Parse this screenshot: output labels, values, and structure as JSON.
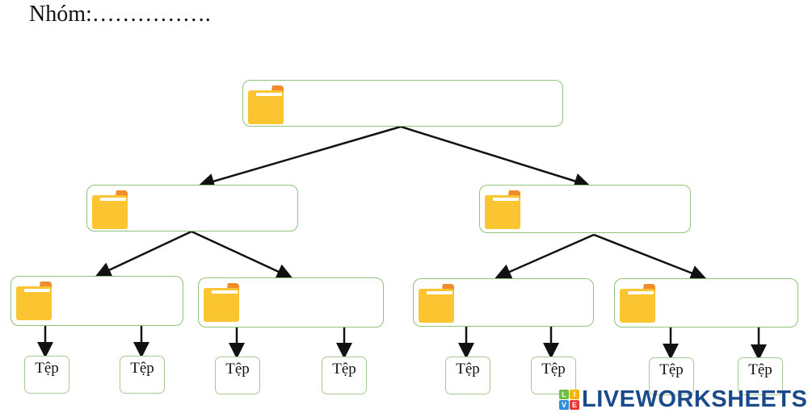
{
  "title": "Nhóm:…………….",
  "files": [
    "Tệp",
    "Tệp",
    "Tệp",
    "Tệp",
    "Tệp",
    "Tệp",
    "Tệp",
    "Tệp"
  ],
  "logo": {
    "text": "LIVEWORKSHEETS",
    "tiles": [
      "L",
      "I",
      "V",
      "E"
    ]
  },
  "colors": {
    "box_border": "#8fc27a",
    "folder": "#fbc531",
    "folder_tab": "#f08c2a",
    "logo": "#1b4a8a"
  }
}
